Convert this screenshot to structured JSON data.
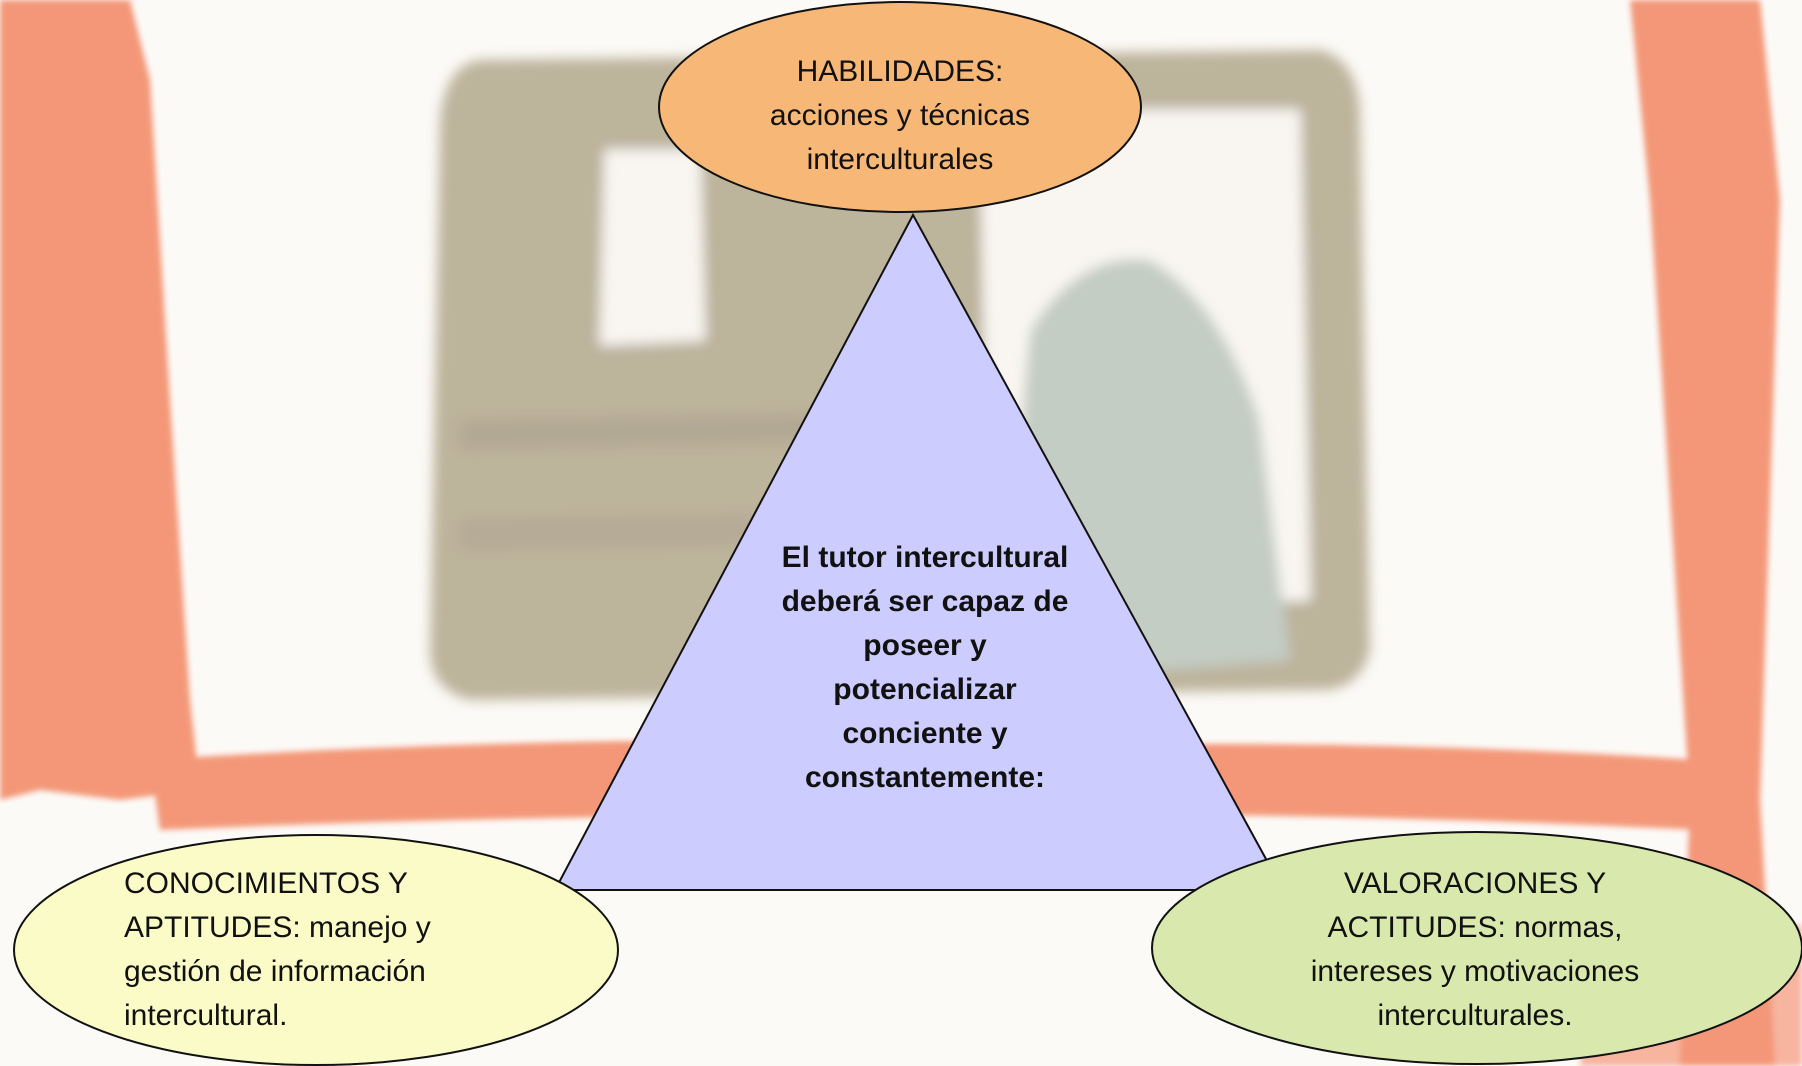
{
  "diagram": {
    "center_text": [
      "El tutor intercultural",
      "deberá ser capaz de",
      "poseer y",
      "potencializar",
      "conciente y",
      "constantemente:"
    ],
    "nodes": {
      "habilidades": {
        "lines": [
          "HABILIDADES:",
          "acciones y técnicas",
          "interculturales"
        ],
        "color": "#f7b877"
      },
      "conocimientos": {
        "lines": [
          "CONOCIMIENTOS Y",
          "APTITUDES: manejo y",
          "gestión de información",
          "intercultural."
        ],
        "color": "#fbfbc8"
      },
      "valoraciones": {
        "lines": [
          "VALORACIONES Y",
          "ACTITUDES: normas,",
          "intereses y motivaciones",
          "interculturales."
        ],
        "color": "#d9e9ae"
      }
    },
    "triangle_color": "#ccccff",
    "frame_color": "#ef6a3e"
  }
}
